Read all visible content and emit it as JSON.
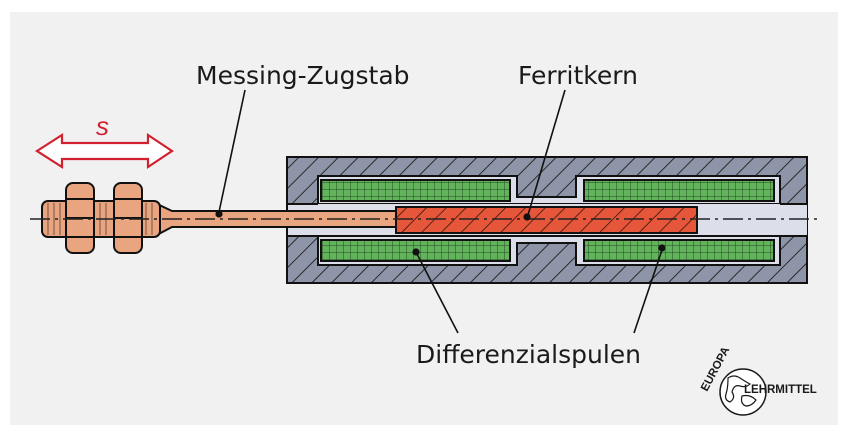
{
  "labels": {
    "rod": "Messing-Zugstab",
    "core": "Ferritkern",
    "coils": "Differenzialspulen",
    "displacement": "s"
  },
  "logo": {
    "top": "EUROPA",
    "bottom": "LEHRMITTEL"
  },
  "colors": {
    "background": "#f1f1f1",
    "housing": "#8e95a8",
    "bore": "#dcdfe9",
    "coil_fill": "#63b35d",
    "core_fill": "#e5563a",
    "rod_fill": "#e9a57f",
    "arrow": "#d2202f"
  }
}
